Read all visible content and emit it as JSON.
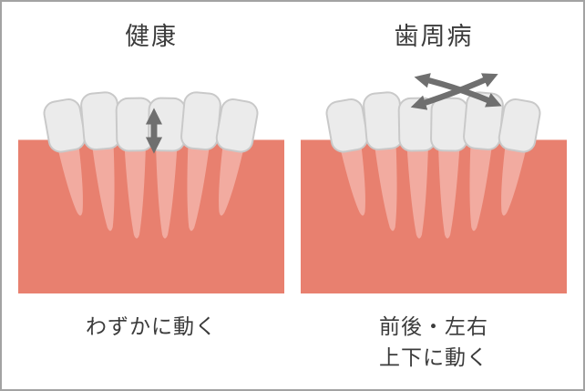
{
  "colors": {
    "background": "#ffffff",
    "border": "#a3a3a3",
    "gum": "#e8806f",
    "root": "#f2aba0",
    "tooth": "#ebebeb",
    "tooth_outline": "#c9c9c9",
    "arrow": "#6f6f6f",
    "text": "#3b3b3b"
  },
  "diagram": {
    "panels": [
      {
        "title": "健康",
        "caption_lines": [
          "わずかに動く"
        ],
        "arrow_icon": "vertical-double-arrow-icon"
      },
      {
        "title": "歯周病",
        "caption_lines": [
          "前後・左右",
          "上下に動く"
        ],
        "arrow_icon": "crossed-double-arrows-icon"
      }
    ]
  }
}
